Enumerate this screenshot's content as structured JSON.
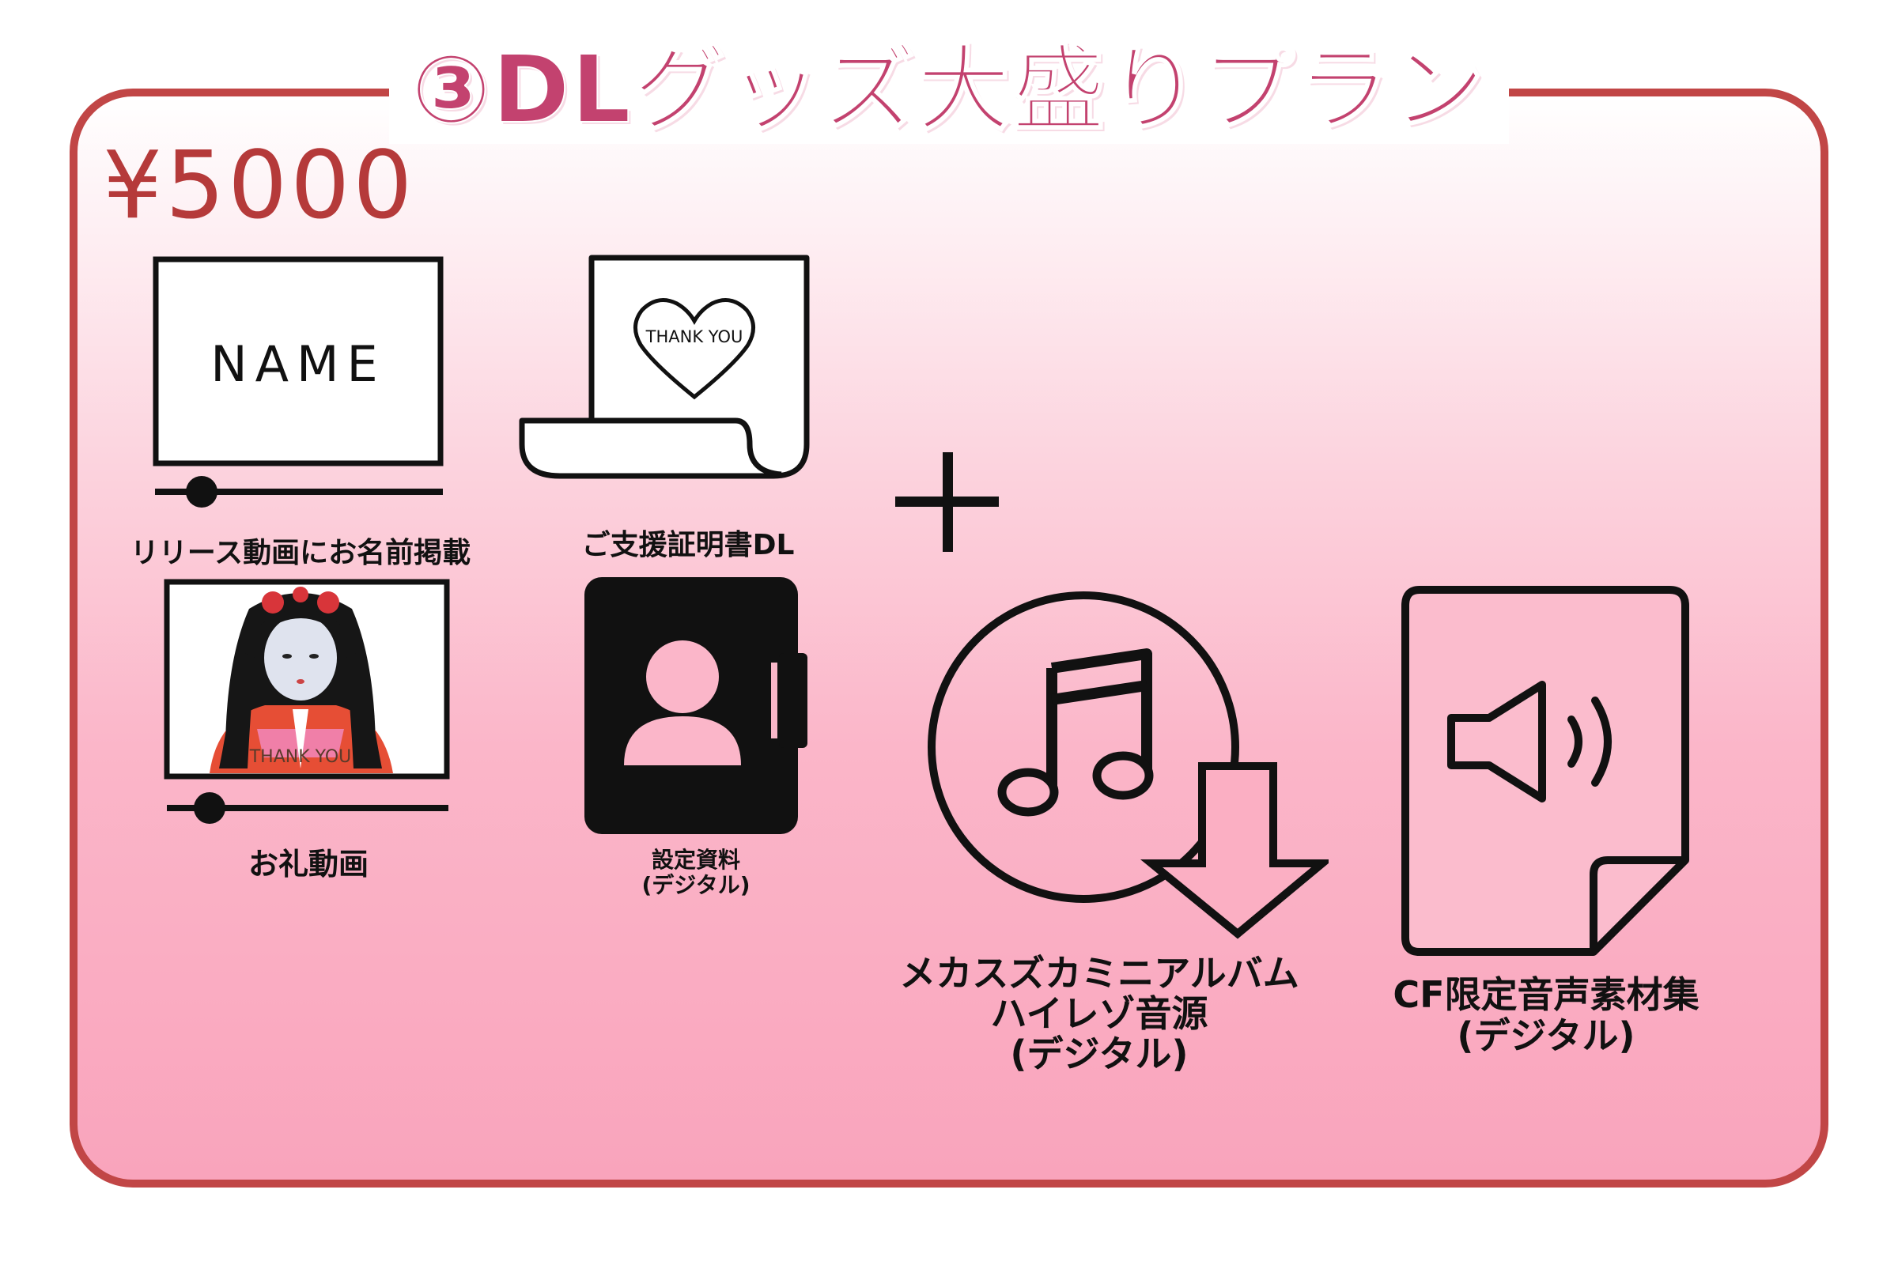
{
  "title": "③DLグッズ大盛りプラン",
  "price": "¥5000",
  "items": {
    "name_video": {
      "screen_text": "NAME",
      "caption": "リリース動画にお名前掲載",
      "icon": "video-player-icon"
    },
    "certificate": {
      "heart_text": "THANK YOU",
      "caption": "ご支援証明書DL",
      "icon": "scroll-heart-icon"
    },
    "thanks_video": {
      "overlay_text": "THANK YOU",
      "caption": "お礼動画",
      "icon": "doll-video-icon"
    },
    "setting_doc": {
      "caption_line1": "設定資料",
      "caption_line2": "(デジタル)",
      "icon": "profile-binder-icon"
    },
    "mini_album": {
      "caption_line1": "メカスズカミニアルバム",
      "caption_line2": "ハイレゾ音源",
      "caption_line3": "(デジタル)",
      "icon": "music-download-icon"
    },
    "voice_material": {
      "caption_line1": "CF限定音声素材集",
      "caption_line2": "(デジタル)",
      "icon": "speaker-file-icon"
    }
  },
  "plus_symbol": "+",
  "colors": {
    "border": "#c14646",
    "title": "#c3426f",
    "price": "#b53a3a",
    "icon": "#111111"
  }
}
